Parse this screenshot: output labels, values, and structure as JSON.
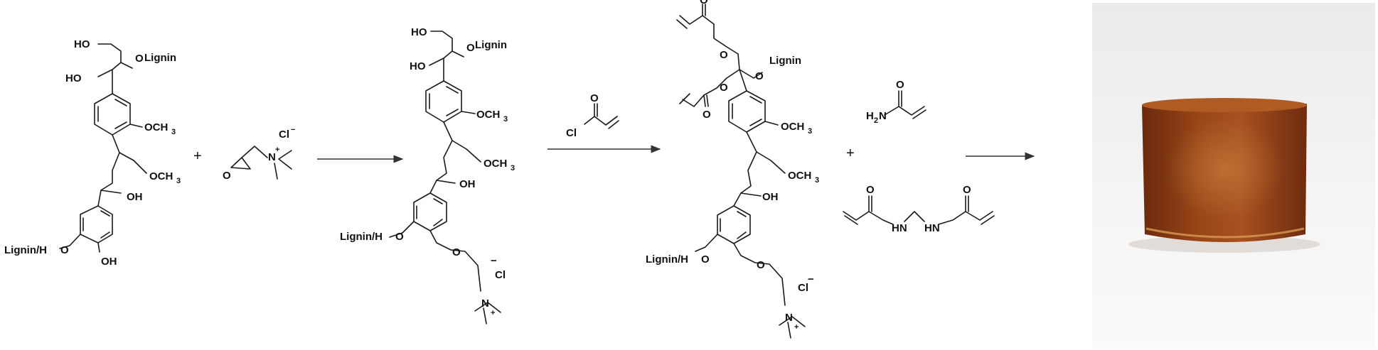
{
  "labels": {
    "lignin": "Lignin",
    "lignin_h": "Lignin/H",
    "ho": "HO",
    "oh": "OH",
    "o": "O",
    "och3": "OCH",
    "sub3": "3",
    "cl": "Cl",
    "n": "N",
    "h2n": "H",
    "h2n_rest": "N",
    "sub2": "2",
    "hn": "HN",
    "minus": "−",
    "plus_charge": "+",
    "plus": "+"
  },
  "photo": {
    "background_top": "#ededed",
    "background_bottom": "#fafafa",
    "gel_color": "#8a3a12",
    "gel_highlight": "#c4702f"
  },
  "colors": {
    "bond": "#1a1a1a",
    "arrow": "#333333"
  }
}
